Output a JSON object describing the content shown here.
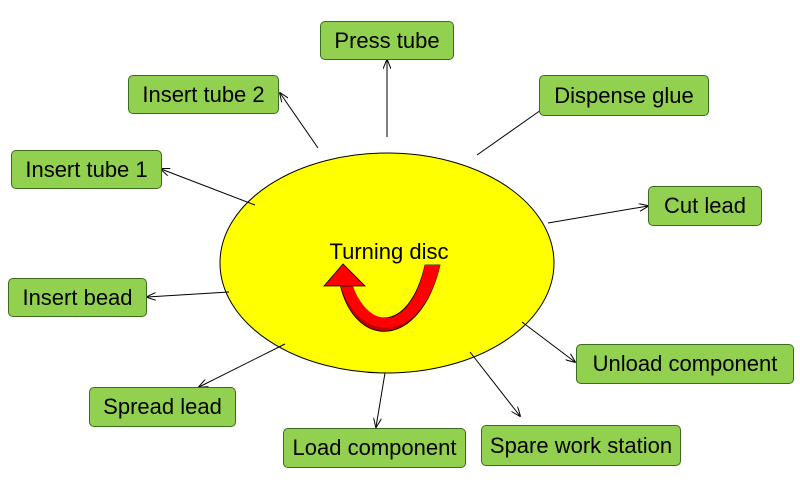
{
  "disc": {
    "label": "Turning disc",
    "fill_color": "#ffff00",
    "arrow_color": "#ff0000",
    "rotation_icon": "curved-rotation-arrow"
  },
  "station_color": "#92d050",
  "stations": [
    {
      "id": "press-tube",
      "label": "Press tube"
    },
    {
      "id": "insert-tube-2",
      "label": "Insert tube 2"
    },
    {
      "id": "dispense-glue",
      "label": "Dispense glue"
    },
    {
      "id": "insert-tube-1",
      "label": "Insert tube 1"
    },
    {
      "id": "cut-lead",
      "label": "Cut lead"
    },
    {
      "id": "insert-bead",
      "label": "Insert bead"
    },
    {
      "id": "unload-component",
      "label": "Unload component"
    },
    {
      "id": "spread-lead",
      "label": "Spread lead"
    },
    {
      "id": "load-component",
      "label": "Load component"
    },
    {
      "id": "spare-work-station",
      "label": "Spare work station"
    }
  ]
}
